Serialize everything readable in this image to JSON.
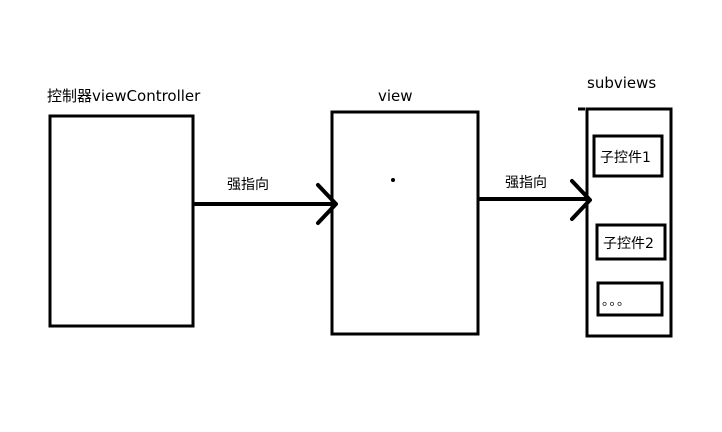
{
  "nodes": {
    "controller": {
      "label": "控制器viewController"
    },
    "view": {
      "label": "view"
    },
    "subviews": {
      "label": "subviews",
      "children": [
        "子控件1",
        "子控件2",
        "。。。"
      ]
    }
  },
  "edges": [
    {
      "from": "controller",
      "to": "view",
      "label": "强指向"
    },
    {
      "from": "view",
      "to": "subviews",
      "label": "强指向"
    }
  ],
  "colors": {
    "stroke": "#000000",
    "background": "#ffffff"
  }
}
